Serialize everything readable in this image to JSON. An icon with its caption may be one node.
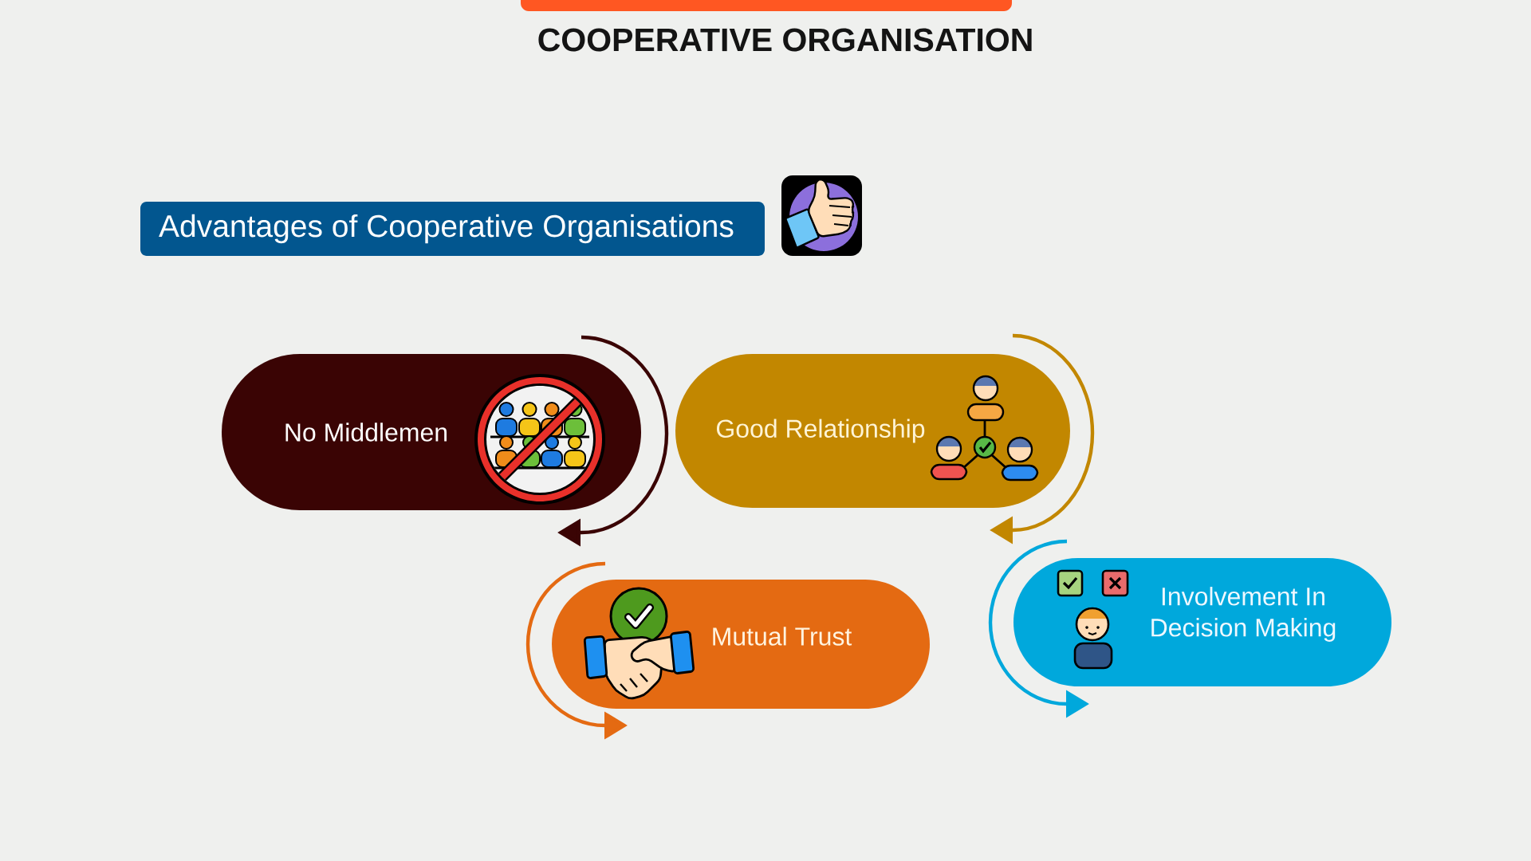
{
  "diagram": {
    "title": "COOPERATIVE ORGANISATION",
    "nodes": [
      {
        "text": [
          "Advantages of Cooperative Organisations"
        ]
      },
      {
        "text": [
          "No Middlemen"
        ]
      },
      {
        "text": [
          "Good Relationship"
        ]
      },
      {
        "text": [
          "Mutual Trust"
        ]
      },
      {
        "text": [
          "Involvement In Decision Making"
        ]
      }
    ],
    "edges": [
      {
        "from": null,
        "to": 1,
        "arrow": "to",
        "color": "#3a0404"
      },
      {
        "from": null,
        "to": 2,
        "arrow": "to",
        "color": "#c28700"
      },
      {
        "from": null,
        "to": 3,
        "arrow": "to",
        "color": "#e46a12"
      },
      {
        "from": null,
        "to": 4,
        "arrow": "to",
        "color": "#00a8dc"
      }
    ]
  }
}
